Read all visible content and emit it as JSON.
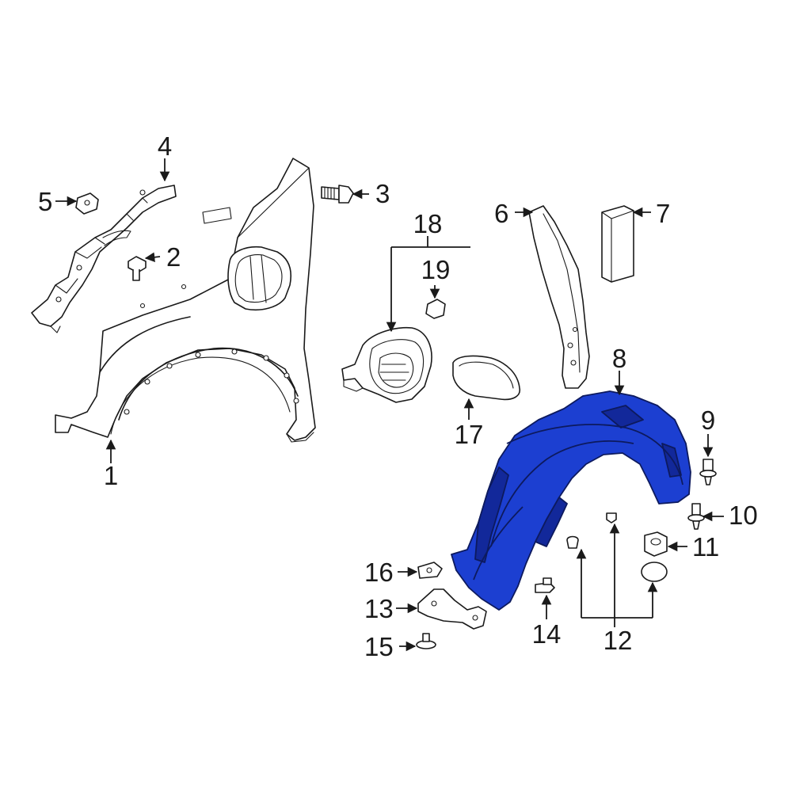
{
  "diagram": {
    "highlight_color": "#1c3fd1",
    "line_color": "#1a1a1a",
    "background": "#ffffff",
    "callouts": [
      {
        "id": "c1",
        "label": "1"
      },
      {
        "id": "c2",
        "label": "2"
      },
      {
        "id": "c3",
        "label": "3"
      },
      {
        "id": "c4",
        "label": "4"
      },
      {
        "id": "c5",
        "label": "5"
      },
      {
        "id": "c6",
        "label": "6"
      },
      {
        "id": "c7",
        "label": "7"
      },
      {
        "id": "c8",
        "label": "8"
      },
      {
        "id": "c9",
        "label": "9"
      },
      {
        "id": "c10",
        "label": "10"
      },
      {
        "id": "c11",
        "label": "11"
      },
      {
        "id": "c12",
        "label": "12"
      },
      {
        "id": "c13",
        "label": "13"
      },
      {
        "id": "c14",
        "label": "14"
      },
      {
        "id": "c15",
        "label": "15"
      },
      {
        "id": "c16",
        "label": "16"
      },
      {
        "id": "c17",
        "label": "17"
      },
      {
        "id": "c18",
        "label": "18"
      },
      {
        "id": "c19",
        "label": "19"
      }
    ]
  }
}
